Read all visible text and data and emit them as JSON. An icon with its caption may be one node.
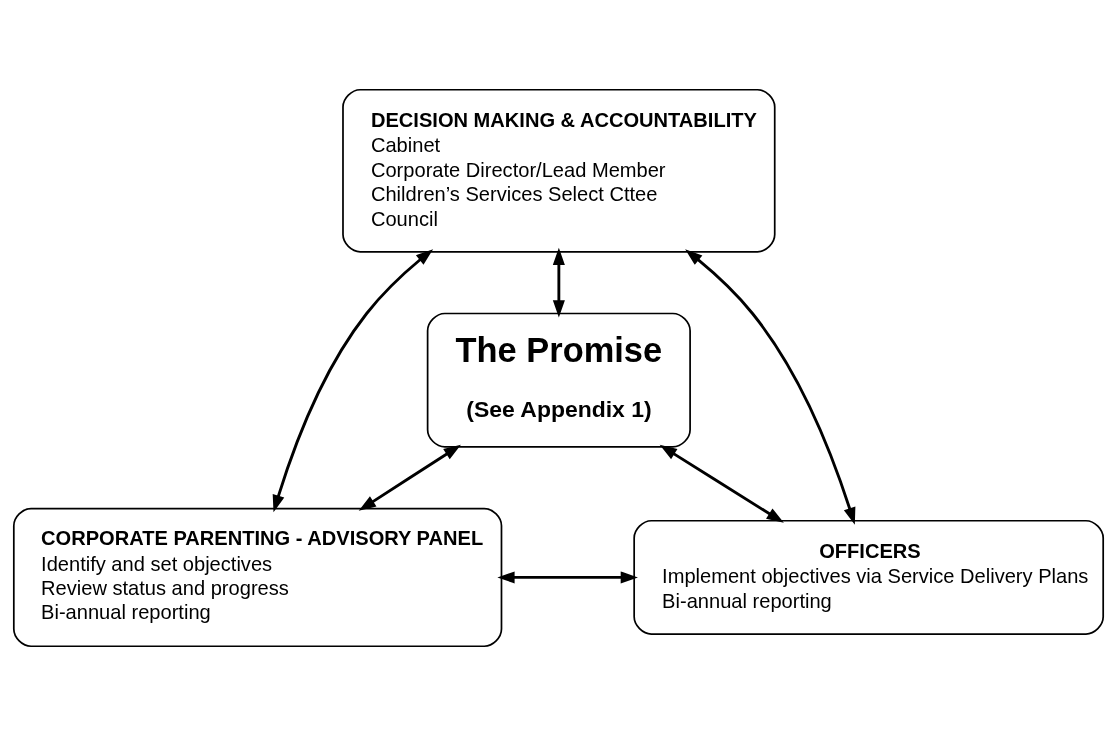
{
  "diagram": {
    "nodes": [
      {
        "text": [
          "DECISION MAKING & ACCOUNTABILITY",
          "Cabinet",
          "Corporate Director/Lead Member",
          "Children’s Services Select Cttee",
          "Council"
        ]
      },
      {
        "text": [
          "The Promise",
          "(See Appendix 1)"
        ]
      },
      {
        "text": [
          "CORPORATE PARENTING - ADVISORY PANEL",
          "Identify and set objectives",
          "Review status and progress",
          "Bi-annual reporting"
        ]
      },
      {
        "text": [
          "OFFICERS",
          "Implement objectives via Service Delivery Plans",
          "Bi-annual reporting"
        ]
      }
    ],
    "edges": [
      {
        "from": 0,
        "to": 1,
        "arrow": "both"
      },
      {
        "from": 0,
        "to": 2,
        "arrow": "both"
      },
      {
        "from": 0,
        "to": 3,
        "arrow": "both"
      },
      {
        "from": 1,
        "to": 2,
        "arrow": "both"
      },
      {
        "from": 1,
        "to": 3,
        "arrow": "both"
      },
      {
        "from": 2,
        "to": 3,
        "arrow": "both"
      }
    ]
  }
}
